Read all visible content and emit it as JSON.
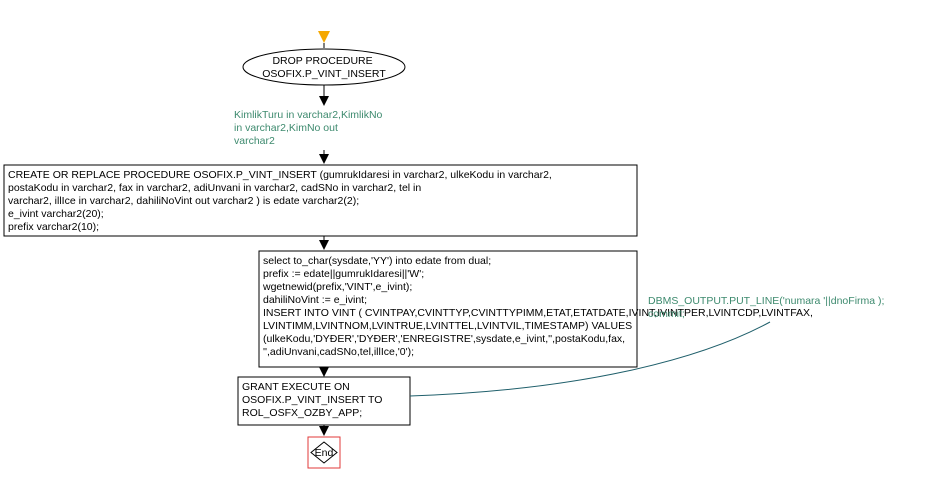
{
  "diagram": {
    "start_label_lines": [
      "DROP PROCEDURE",
      "OSOFIX.P_VINT_INSERT"
    ],
    "params_comment_lines": [
      "KimlikTuru in varchar2,KimlikNo",
      "in varchar2,KimNo  out",
      "varchar2"
    ],
    "create_lines": [
      "CREATE OR REPLACE PROCEDURE OSOFIX.P_VINT_INSERT (gumrukIdaresi in varchar2, ulkeKodu  in varchar2,",
      "postaKodu in varchar2, fax in varchar2, adiUnvani in varchar2, cadSNo  in varchar2, tel in",
      "varchar2, illIce in varchar2, dahiliNoVint out varchar2 ) is edate  varchar2(2);",
      "e_ivint varchar2(20);",
      "prefix varchar2(10);"
    ],
    "body_lines": [
      "select to_char(sysdate,'YY') into edate from dual;",
      "prefix := edate||gumrukIdaresi||'W';",
      "wgetnewid(prefix,'VINT',e_ivint);",
      "dahiliNoVint := e_ivint;",
      "INSERT INTO VINT ( CVINTPAY,CVINTTYP,CVINTTYPIMM,ETAT,ETATDATE,IVINT,IVINTPER,LVINTCDP,LVINTFAX,",
      "LVINTIMM,LVINTNOM,LVINTRUE,LVINTTEL,LVINTVIL,TIMESTAMP) VALUES",
      "(ulkeKodu,'DYÐER','DYÐER','ENREGISTRE',sysdate,e_ivint,'',postaKodu,fax,",
      "'',adiUnvani,cadSNo,tel,illIce,'0');"
    ],
    "output_comment_lines": [
      "DBMS_OUTPUT.PUT_LINE('numara '||dnoFirma );",
      "commit;"
    ],
    "grant_lines": [
      "GRANT EXECUTE ON",
      "OSOFIX.P_VINT_INSERT TO",
      "ROL_OSFX_OZBY_APP;"
    ],
    "end_label": "End",
    "colors": {
      "start_marker": "#f5a800",
      "comment_text": "#3d8a6e",
      "comment_line": "#1f5f6b",
      "end_border": "#e03a3a",
      "line": "#000000"
    }
  }
}
